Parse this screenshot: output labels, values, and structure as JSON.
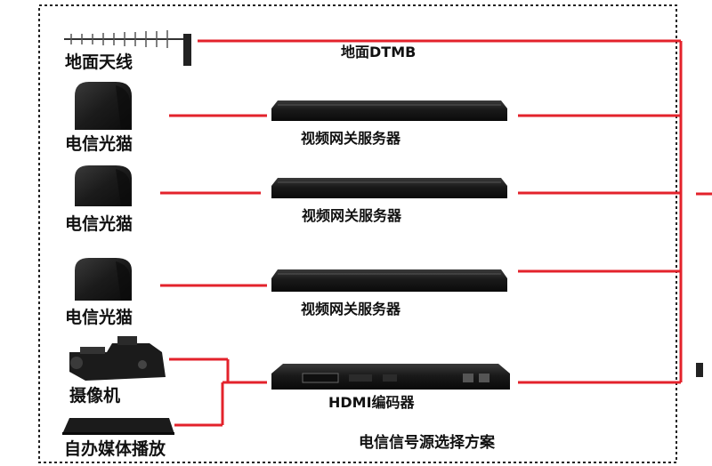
{
  "sources": {
    "antenna": "地面天线",
    "modem_1": "电信光猫",
    "modem_2": "电信光猫",
    "modem_3": "电信光猫",
    "camera": "摄像机",
    "media_player": "自办媒体播放"
  },
  "devices": {
    "dtmb": "地面DTMB",
    "gateway_1": "视频网关服务器",
    "gateway_2": "视频网关服务器",
    "gateway_3": "视频网关服务器",
    "hdmi_encoder": "HDMI编码器"
  },
  "caption": "电信信号源选择方案",
  "colors": {
    "line": "#e3222b",
    "device": "#1c1c1c",
    "border": "#222222"
  }
}
